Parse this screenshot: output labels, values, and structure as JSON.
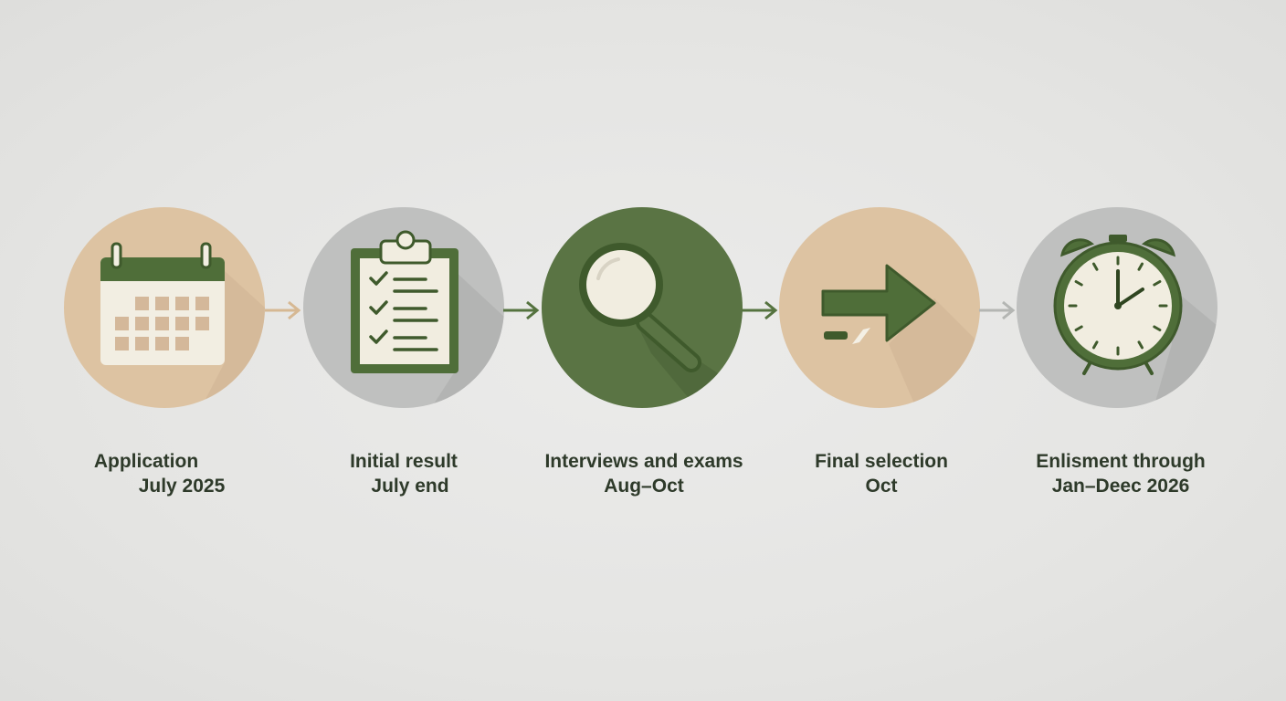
{
  "steps": [
    {
      "title": "Application",
      "date": "July 2025",
      "icon": "calendar-icon",
      "circle_color": "#ddc3a2"
    },
    {
      "title": "Initial result",
      "date": "July end",
      "icon": "clipboard-checklist-icon",
      "circle_color": "#bfc0bf"
    },
    {
      "title": "Interviews and exams",
      "date": "Aug–Oct",
      "icon": "magnifying-glass-icon",
      "circle_color": "#5a7444"
    },
    {
      "title": "Final selection",
      "date": "Oct",
      "icon": "right-arrow-icon",
      "circle_color": "#ddc3a2"
    },
    {
      "title": "Enlisment through",
      "date": "Jan–Deec 2026",
      "icon": "alarm-clock-icon",
      "circle_color": "#bfc0bf"
    }
  ],
  "connectors": [
    {
      "color": "#d6b893",
      "icon": "arrow-right-icon"
    },
    {
      "color": "#55733f",
      "icon": "arrow-right-icon"
    },
    {
      "color": "#55733f",
      "icon": "arrow-right-icon"
    },
    {
      "color": "#b4b6b3",
      "icon": "arrow-right-icon"
    }
  ],
  "colors": {
    "dark_green": "#4e6b37",
    "cream": "#f1ede0",
    "tan": "#d8c4a8",
    "text": "#2e3a2a"
  }
}
